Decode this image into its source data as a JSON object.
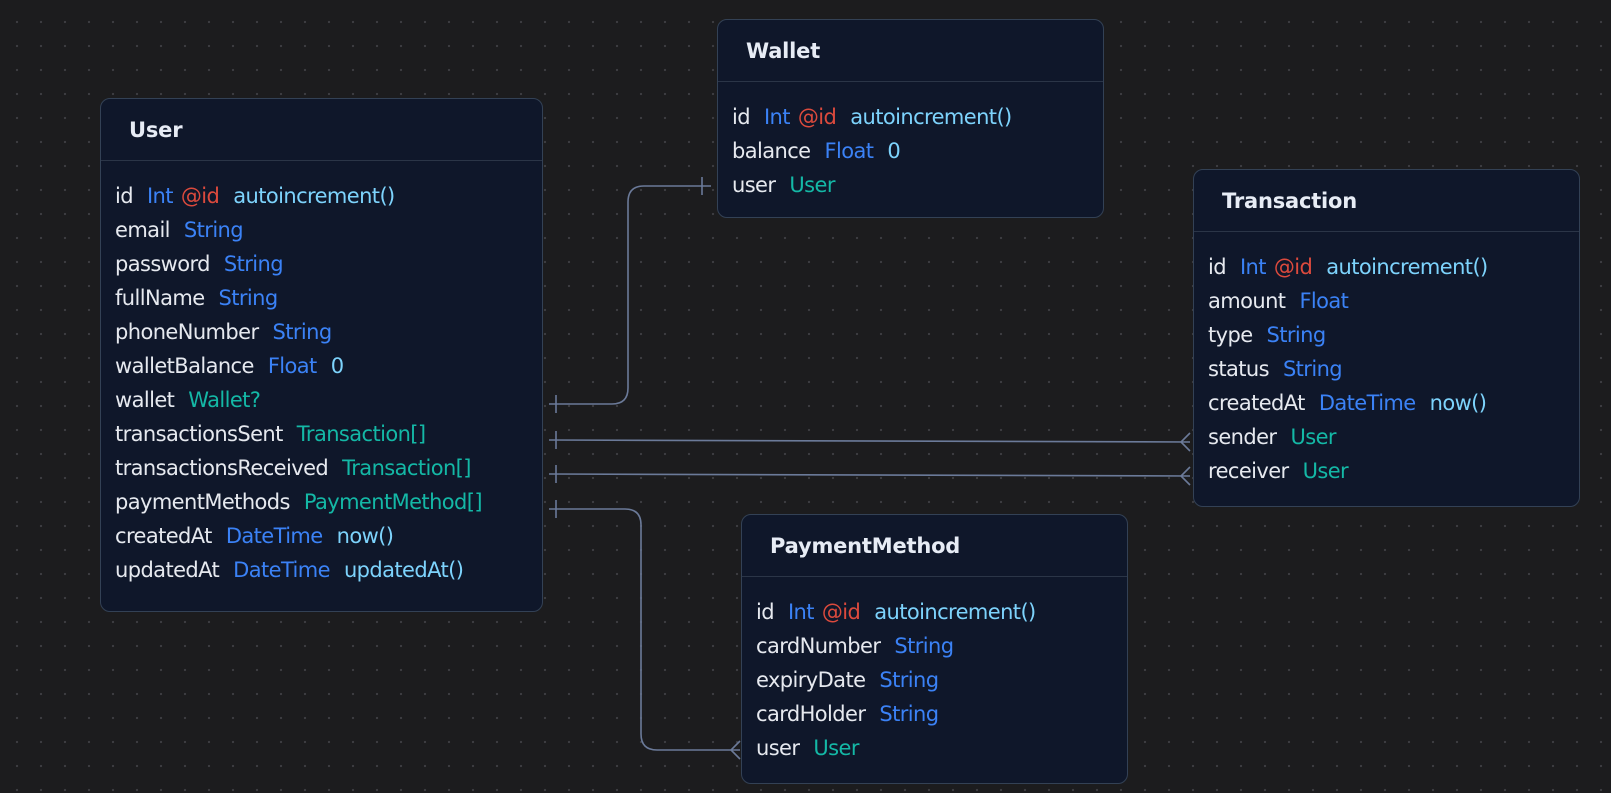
{
  "models": {
    "user": {
      "name": "User",
      "fields": [
        {
          "name": "id",
          "type": "Int",
          "attr": "@id",
          "default": "autoincrement()"
        },
        {
          "name": "email",
          "type": "String"
        },
        {
          "name": "password",
          "type": "String"
        },
        {
          "name": "fullName",
          "type": "String"
        },
        {
          "name": "phoneNumber",
          "type": "String"
        },
        {
          "name": "walletBalance",
          "type": "Float",
          "default": "0"
        },
        {
          "name": "wallet",
          "type": "Wallet?",
          "relation": true
        },
        {
          "name": "transactionsSent",
          "type": "Transaction[]",
          "relation": true
        },
        {
          "name": "transactionsReceived",
          "type": "Transaction[]",
          "relation": true
        },
        {
          "name": "paymentMethods",
          "type": "PaymentMethod[]",
          "relation": true
        },
        {
          "name": "createdAt",
          "type": "DateTime",
          "default": "now()"
        },
        {
          "name": "updatedAt",
          "type": "DateTime",
          "default": "updatedAt()"
        }
      ]
    },
    "wallet": {
      "name": "Wallet",
      "fields": [
        {
          "name": "id",
          "type": "Int",
          "attr": "@id",
          "default": "autoincrement()"
        },
        {
          "name": "balance",
          "type": "Float",
          "default": "0"
        },
        {
          "name": "user",
          "type": "User",
          "relation": true
        }
      ]
    },
    "transaction": {
      "name": "Transaction",
      "fields": [
        {
          "name": "id",
          "type": "Int",
          "attr": "@id",
          "default": "autoincrement()"
        },
        {
          "name": "amount",
          "type": "Float"
        },
        {
          "name": "type",
          "type": "String"
        },
        {
          "name": "status",
          "type": "String"
        },
        {
          "name": "createdAt",
          "type": "DateTime",
          "default": "now()"
        },
        {
          "name": "sender",
          "type": "User",
          "relation": true
        },
        {
          "name": "receiver",
          "type": "User",
          "relation": true
        }
      ]
    },
    "payment_method": {
      "name": "PaymentMethod",
      "fields": [
        {
          "name": "id",
          "type": "Int",
          "attr": "@id",
          "default": "autoincrement()"
        },
        {
          "name": "cardNumber",
          "type": "String"
        },
        {
          "name": "expiryDate",
          "type": "String"
        },
        {
          "name": "cardHolder",
          "type": "String"
        },
        {
          "name": "user",
          "type": "User",
          "relation": true
        }
      ]
    }
  },
  "relations": [
    {
      "from": "User.wallet",
      "to": "Wallet.user",
      "cardinality": "one-to-one"
    },
    {
      "from": "User.transactionsSent",
      "to": "Transaction.sender",
      "cardinality": "one-to-many"
    },
    {
      "from": "User.transactionsReceived",
      "to": "Transaction.receiver",
      "cardinality": "one-to-many"
    },
    {
      "from": "User.paymentMethods",
      "to": "PaymentMethod.user",
      "cardinality": "one-to-many"
    }
  ],
  "colors": {
    "background": "#1c1c1e",
    "card": "#0f172a",
    "card_border": "#334155",
    "field_name": "#e6e9ef",
    "scalar_type": "#3b82f6",
    "relation_type": "#14b8a6",
    "attribute": "#dc4a3d",
    "default_value": "#7dd3fc",
    "edge": "#6b7a99"
  }
}
